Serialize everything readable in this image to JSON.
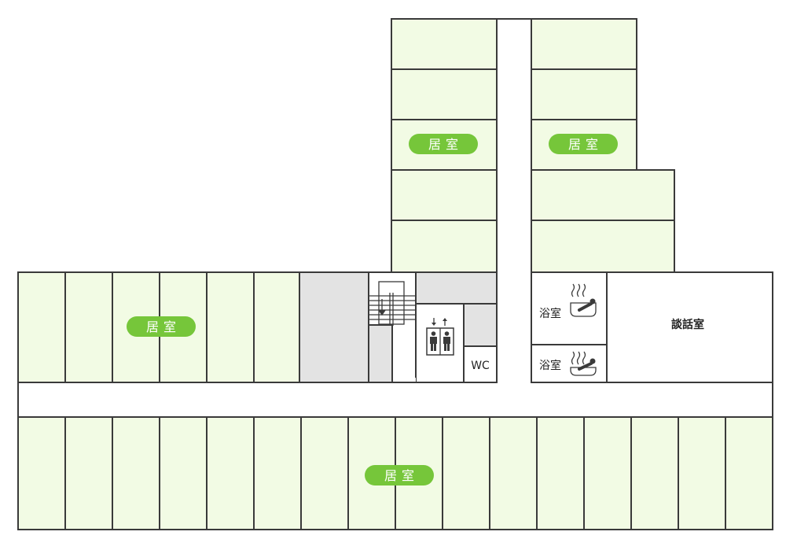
{
  "labels": {
    "residence_upper_left": "居室",
    "residence_upper_right": "居室",
    "residence_middle_left": "居室",
    "residence_bottom": "居室",
    "bath_1": "浴室",
    "bath_2": "浴室",
    "lounge": "談話室",
    "wc": "WC"
  },
  "icons": {
    "bath": "bath-icon",
    "elevator": "elevator-icon",
    "stairs": "stairs-icon"
  },
  "colors": {
    "room_fill": "#f2fbe4",
    "label_pill": "#76c63a",
    "service_fill": "#e3e3e3",
    "wall": "#3a3a3a"
  }
}
